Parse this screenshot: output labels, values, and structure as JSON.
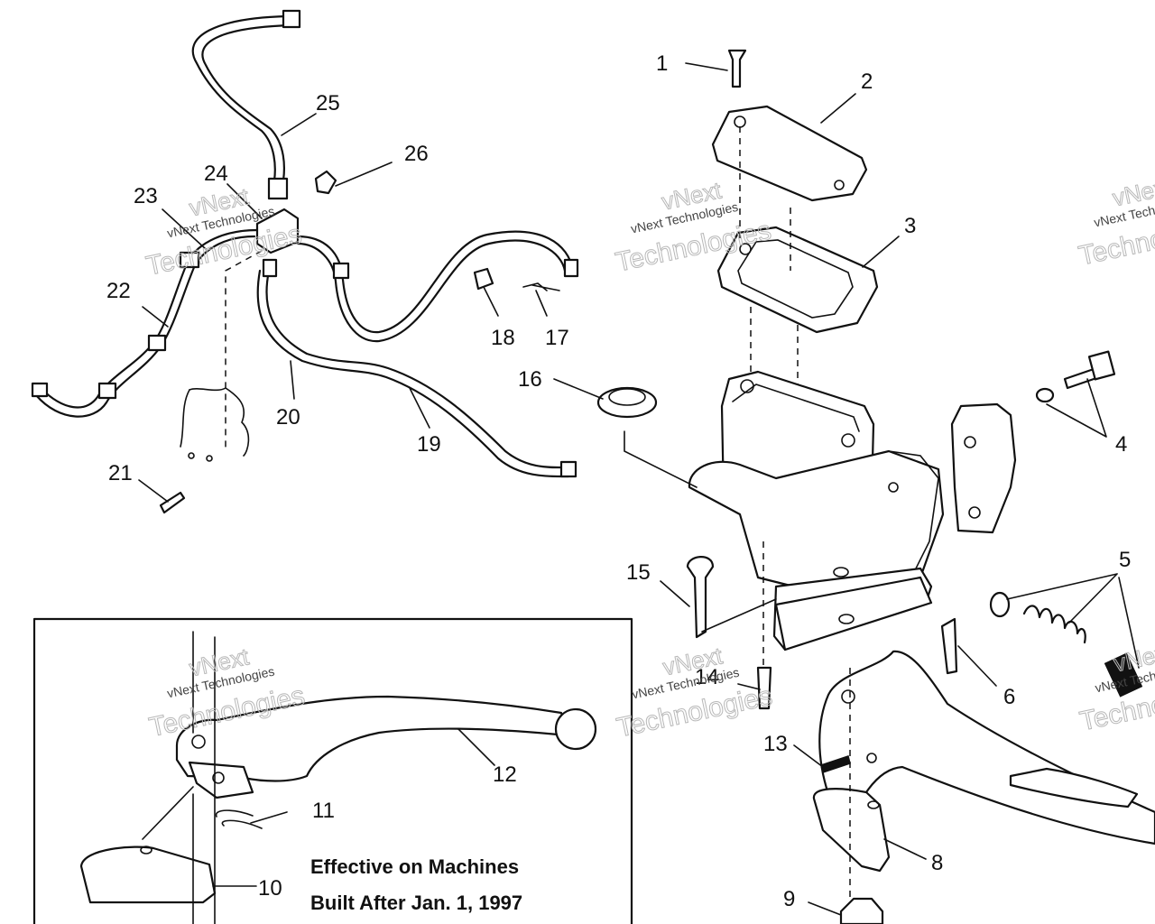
{
  "callouts": [
    "1",
    "2",
    "3",
    "4",
    "5",
    "6",
    "8",
    "9",
    "10",
    "11",
    "12",
    "13",
    "14",
    "15",
    "16",
    "17",
    "18",
    "19",
    "20",
    "21",
    "22",
    "23",
    "24",
    "25",
    "26"
  ],
  "inset_note": {
    "line1": "Effective on Machines",
    "line2": "Built After Jan. 1, 1997"
  },
  "watermark": {
    "top_line": "vNext",
    "small_line": "vNext Technologies",
    "big_line": "Technologies"
  }
}
